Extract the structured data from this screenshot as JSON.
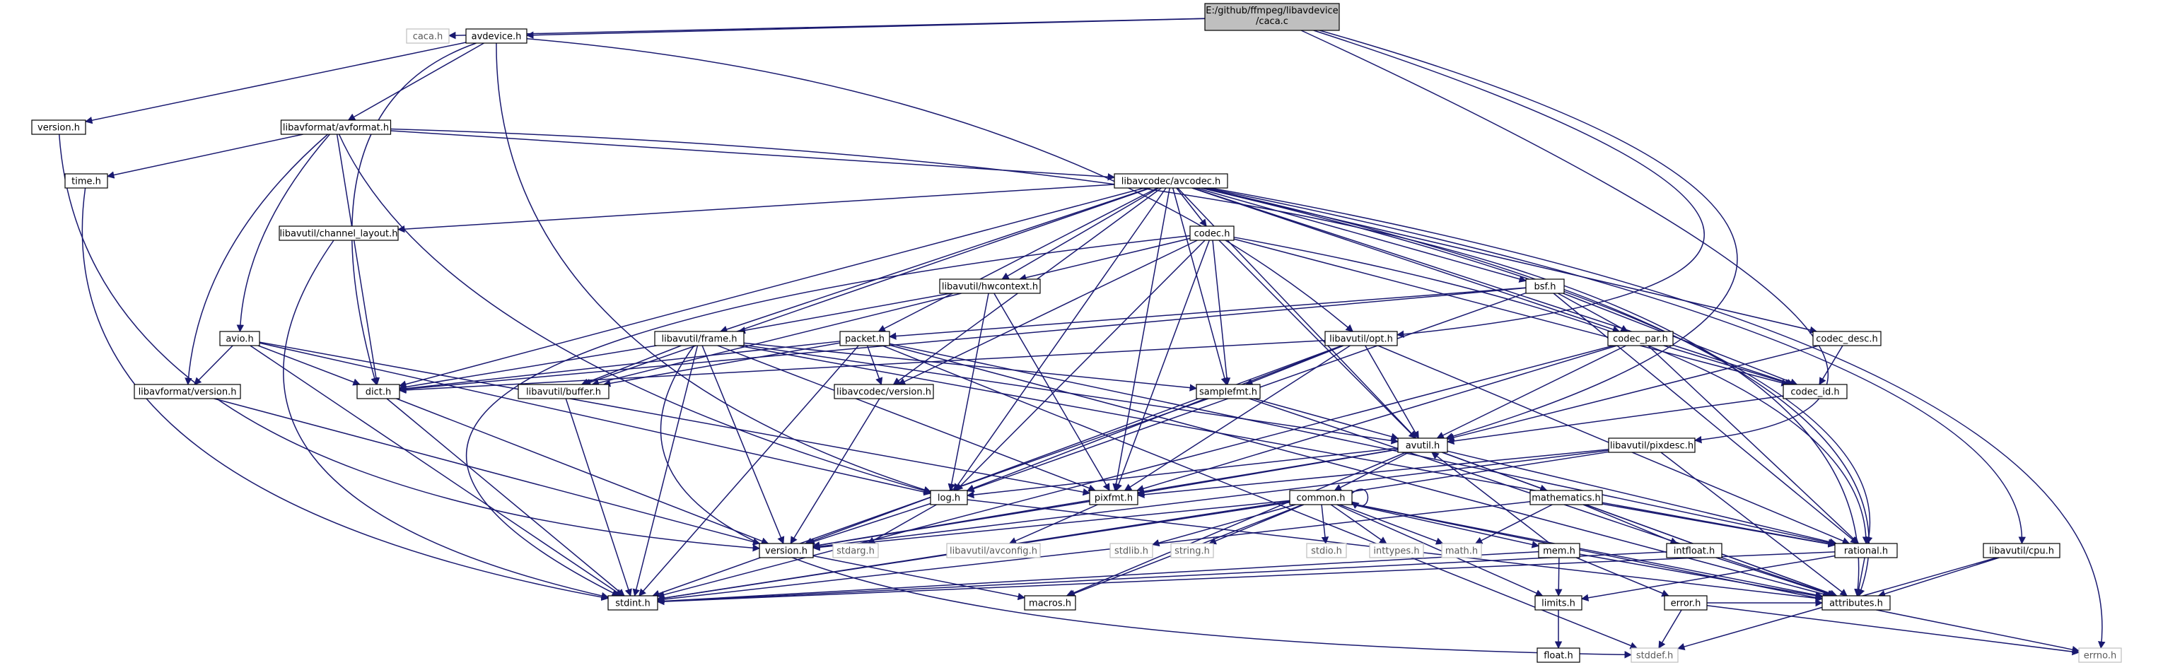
{
  "graph": {
    "title": "E:/github/ffmpeg/libavdevice/caca.c",
    "colors": {
      "edge": "#191970",
      "node_border": "#000000",
      "node_fill": "#ffffff",
      "external_border": "#bfbfbf",
      "root_fill": "#bfbfbf",
      "background": "#ffffff"
    },
    "nodes": [
      {
        "id": "root",
        "lines": [
          "E:/github/ffmpeg/libavdevice",
          "/caca.c"
        ]
      },
      {
        "id": "caca_h",
        "label": "caca.h"
      },
      {
        "id": "avdevice_h",
        "label": "avdevice.h"
      },
      {
        "id": "version_h_dev",
        "label": "version.h"
      },
      {
        "id": "avformat_h",
        "label": "libavformat/avformat.h"
      },
      {
        "id": "time_h",
        "label": "time.h"
      },
      {
        "id": "avcodec_h",
        "label": "libavcodec/avcodec.h"
      },
      {
        "id": "channel_layout_h",
        "label": "libavutil/channel_layout.h"
      },
      {
        "id": "codec_h",
        "label": "codec.h"
      },
      {
        "id": "hwcontext_h",
        "label": "libavutil/hwcontext.h"
      },
      {
        "id": "bsf_h",
        "label": "bsf.h"
      },
      {
        "id": "avio_h",
        "label": "avio.h"
      },
      {
        "id": "frame_h",
        "label": "libavutil/frame.h"
      },
      {
        "id": "packet_h",
        "label": "packet.h"
      },
      {
        "id": "opt_h",
        "label": "libavutil/opt.h"
      },
      {
        "id": "codec_par_h",
        "label": "codec_par.h"
      },
      {
        "id": "codec_desc_h",
        "label": "codec_desc.h"
      },
      {
        "id": "fmt_version_h",
        "label": "libavformat/version.h"
      },
      {
        "id": "dict_h",
        "label": "dict.h"
      },
      {
        "id": "buffer_h",
        "label": "libavutil/buffer.h"
      },
      {
        "id": "codec_version_h",
        "label": "libavcodec/version.h"
      },
      {
        "id": "samplefmt_h",
        "label": "samplefmt.h"
      },
      {
        "id": "codec_id_h",
        "label": "codec_id.h"
      },
      {
        "id": "avutil_h",
        "label": "avutil.h"
      },
      {
        "id": "pixdesc_h",
        "label": "libavutil/pixdesc.h"
      },
      {
        "id": "log_h",
        "label": "log.h"
      },
      {
        "id": "pixfmt_h",
        "label": "pixfmt.h"
      },
      {
        "id": "common_h",
        "label": "common.h"
      },
      {
        "id": "mathematics_h",
        "label": "mathematics.h"
      },
      {
        "id": "version_h",
        "label": "version.h"
      },
      {
        "id": "stdarg_h",
        "label": "stdarg.h"
      },
      {
        "id": "avconfig_h",
        "label": "libavutil/avconfig.h"
      },
      {
        "id": "stdlib_h",
        "label": "stdlib.h"
      },
      {
        "id": "string_h",
        "label": "string.h"
      },
      {
        "id": "stdio_h",
        "label": "stdio.h"
      },
      {
        "id": "inttypes_h",
        "label": "inttypes.h"
      },
      {
        "id": "math_h",
        "label": "math.h"
      },
      {
        "id": "mem_h",
        "label": "mem.h"
      },
      {
        "id": "intfloat_h",
        "label": "intfloat.h"
      },
      {
        "id": "rational_h",
        "label": "rational.h"
      },
      {
        "id": "cpu_h",
        "label": "libavutil/cpu.h"
      },
      {
        "id": "stdint_h",
        "label": "stdint.h"
      },
      {
        "id": "macros_h",
        "label": "macros.h"
      },
      {
        "id": "limits_h",
        "label": "limits.h"
      },
      {
        "id": "error_h",
        "label": "error.h"
      },
      {
        "id": "attributes_h",
        "label": "attributes.h"
      },
      {
        "id": "float_h",
        "label": "float.h"
      },
      {
        "id": "stddef_h",
        "label": "stddef.h"
      },
      {
        "id": "errno_h",
        "label": "errno.h"
      }
    ]
  }
}
